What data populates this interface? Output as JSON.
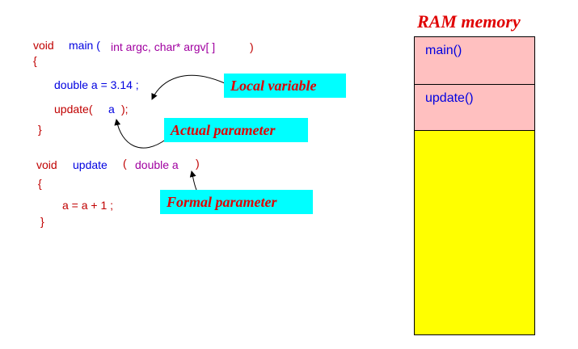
{
  "main_code": {
    "void": "void",
    "name": "main (",
    "params": "int argc, char* argv[ ]",
    "close": ")",
    "open_brace": "{",
    "decl": "double a = 3.14 ;",
    "call_name": "update(",
    "call_arg": "a",
    "call_close": ");",
    "close_brace": "}"
  },
  "update_code": {
    "void": "void",
    "name": "update",
    "open_paren": "(",
    "param": "double a",
    "close_paren": ")",
    "open_brace": "{",
    "body": "a = a + 1 ;",
    "close_brace": "}"
  },
  "labels": {
    "local_variable": "Local variable",
    "actual_parameter": "Actual parameter",
    "formal_parameter": "Formal parameter"
  },
  "ram": {
    "title": "RAM memory",
    "blocks": [
      {
        "label": "main()",
        "color": "#ffc0c0"
      },
      {
        "label": "update()",
        "color": "#ffc0c0"
      },
      {
        "label": "",
        "color": "#ffff00"
      }
    ]
  }
}
